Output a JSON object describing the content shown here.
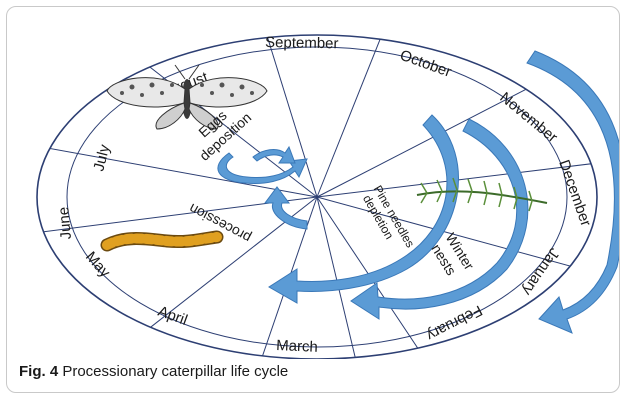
{
  "months": {
    "september": "September",
    "october": "October",
    "november": "November",
    "december": "December",
    "january": "January",
    "february": "February",
    "march": "March",
    "april": "April",
    "may": "May",
    "june": "June",
    "july": "July",
    "august": "August"
  },
  "stages": {
    "eggs_line1": "Eggs",
    "eggs_line2": "deposition",
    "procession": "procession",
    "pine_line1": "Pine needles",
    "pine_line2": "depletion",
    "winter_line1": "Winter",
    "winter_line2": "nests"
  },
  "caption": {
    "fig_label": "Fig. 4",
    "text": "Processionary caterpillar life cycle"
  },
  "colors": {
    "arrow_fill": "#5b9bd5",
    "arrow_stroke": "#3a78b8",
    "circle_line": "#2d3f73",
    "caterpillar": "#e0a020"
  },
  "illustrations": [
    "moth-image",
    "caterpillar-image",
    "pine-branch-image"
  ]
}
